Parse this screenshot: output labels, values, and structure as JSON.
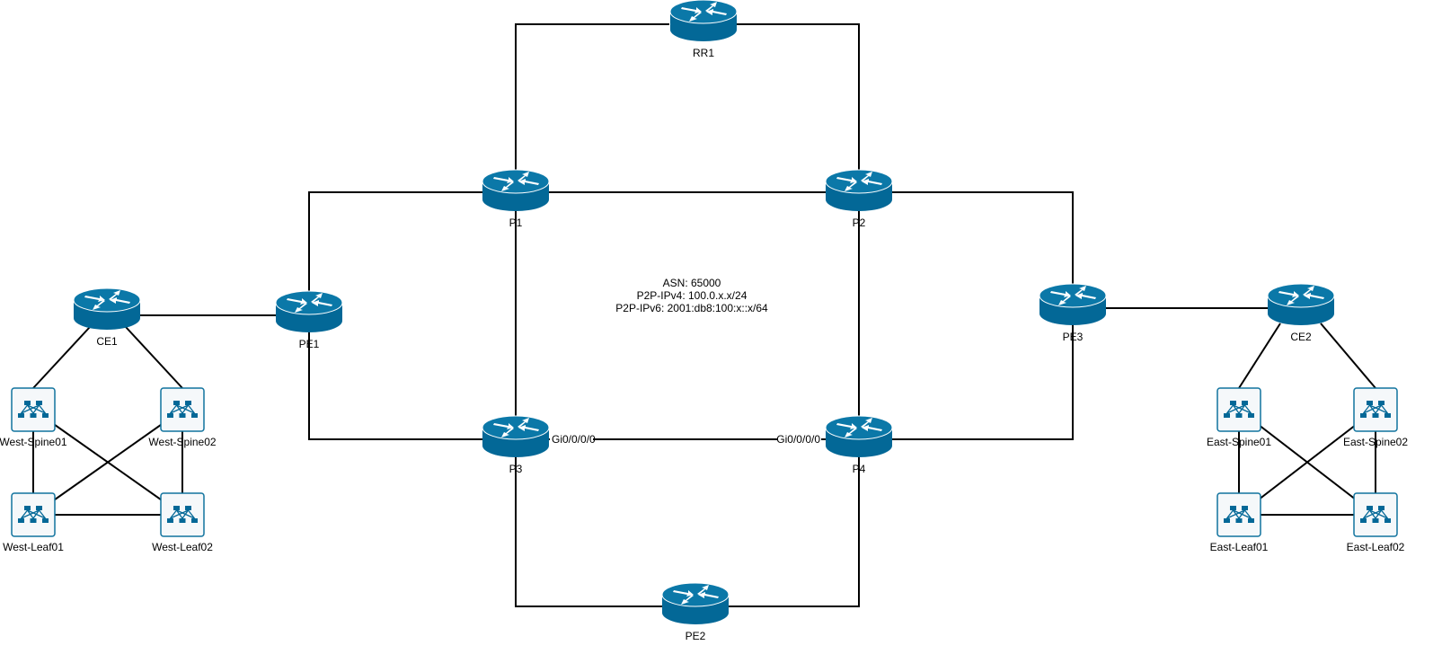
{
  "diagram": {
    "colors": {
      "device_fill": "#036897",
      "device_top": "#0b78a8",
      "switch_border": "#10739e",
      "switch_fill": "#f5f8fa",
      "link": "#000000"
    },
    "annotation": {
      "asn": "ASN: 65000",
      "ipv4": "P2P-IPv4: 100.0.x.x/24",
      "ipv6": "P2P-IPv6: 2001:db8:100:x::x/64"
    },
    "routers": [
      {
        "id": "RR1",
        "label": "RR1"
      },
      {
        "id": "P1",
        "label": "P1"
      },
      {
        "id": "P2",
        "label": "P2"
      },
      {
        "id": "P3",
        "label": "P3"
      },
      {
        "id": "P4",
        "label": "P4"
      },
      {
        "id": "PE1",
        "label": "PE1"
      },
      {
        "id": "PE2",
        "label": "PE2"
      },
      {
        "id": "PE3",
        "label": "PE3"
      },
      {
        "id": "CE1",
        "label": "CE1"
      },
      {
        "id": "CE2",
        "label": "CE2"
      }
    ],
    "switches": [
      {
        "id": "WS1",
        "label": "West-Spine01"
      },
      {
        "id": "WS2",
        "label": "West-Spine02"
      },
      {
        "id": "WL1",
        "label": "West-Leaf01"
      },
      {
        "id": "WL2",
        "label": "West-Leaf02"
      },
      {
        "id": "ES1",
        "label": "East-Spine01"
      },
      {
        "id": "ES2",
        "label": "East-Spine02"
      },
      {
        "id": "EL1",
        "label": "East-Leaf01"
      },
      {
        "id": "EL2",
        "label": "East-Leaf02"
      }
    ],
    "links": [
      {
        "from": "RR1",
        "to": "P1"
      },
      {
        "from": "RR1",
        "to": "P2"
      },
      {
        "from": "P1",
        "to": "P2"
      },
      {
        "from": "P1",
        "to": "PE1"
      },
      {
        "from": "P1",
        "to": "P3"
      },
      {
        "from": "P2",
        "to": "PE3"
      },
      {
        "from": "P2",
        "to": "P4"
      },
      {
        "from": "P3",
        "to": "P4",
        "from_port": "Gi0/0/0/0",
        "to_port": "Gi0/0/0/0"
      },
      {
        "from": "P3",
        "to": "PE1"
      },
      {
        "from": "P3",
        "to": "PE2"
      },
      {
        "from": "P4",
        "to": "PE2"
      },
      {
        "from": "P4",
        "to": "PE3"
      },
      {
        "from": "PE1",
        "to": "CE1"
      },
      {
        "from": "PE3",
        "to": "CE2"
      },
      {
        "from": "CE1",
        "to": "WS1"
      },
      {
        "from": "CE1",
        "to": "WS2"
      },
      {
        "from": "WS1",
        "to": "WL1"
      },
      {
        "from": "WS1",
        "to": "WL2"
      },
      {
        "from": "WS2",
        "to": "WL1"
      },
      {
        "from": "WS2",
        "to": "WL2"
      },
      {
        "from": "WL1",
        "to": "WL2"
      },
      {
        "from": "CE2",
        "to": "ES1"
      },
      {
        "from": "CE2",
        "to": "ES2"
      },
      {
        "from": "ES1",
        "to": "EL1"
      },
      {
        "from": "ES1",
        "to": "EL2"
      },
      {
        "from": "ES2",
        "to": "EL1"
      },
      {
        "from": "ES2",
        "to": "EL2"
      },
      {
        "from": "EL1",
        "to": "EL2"
      }
    ]
  }
}
